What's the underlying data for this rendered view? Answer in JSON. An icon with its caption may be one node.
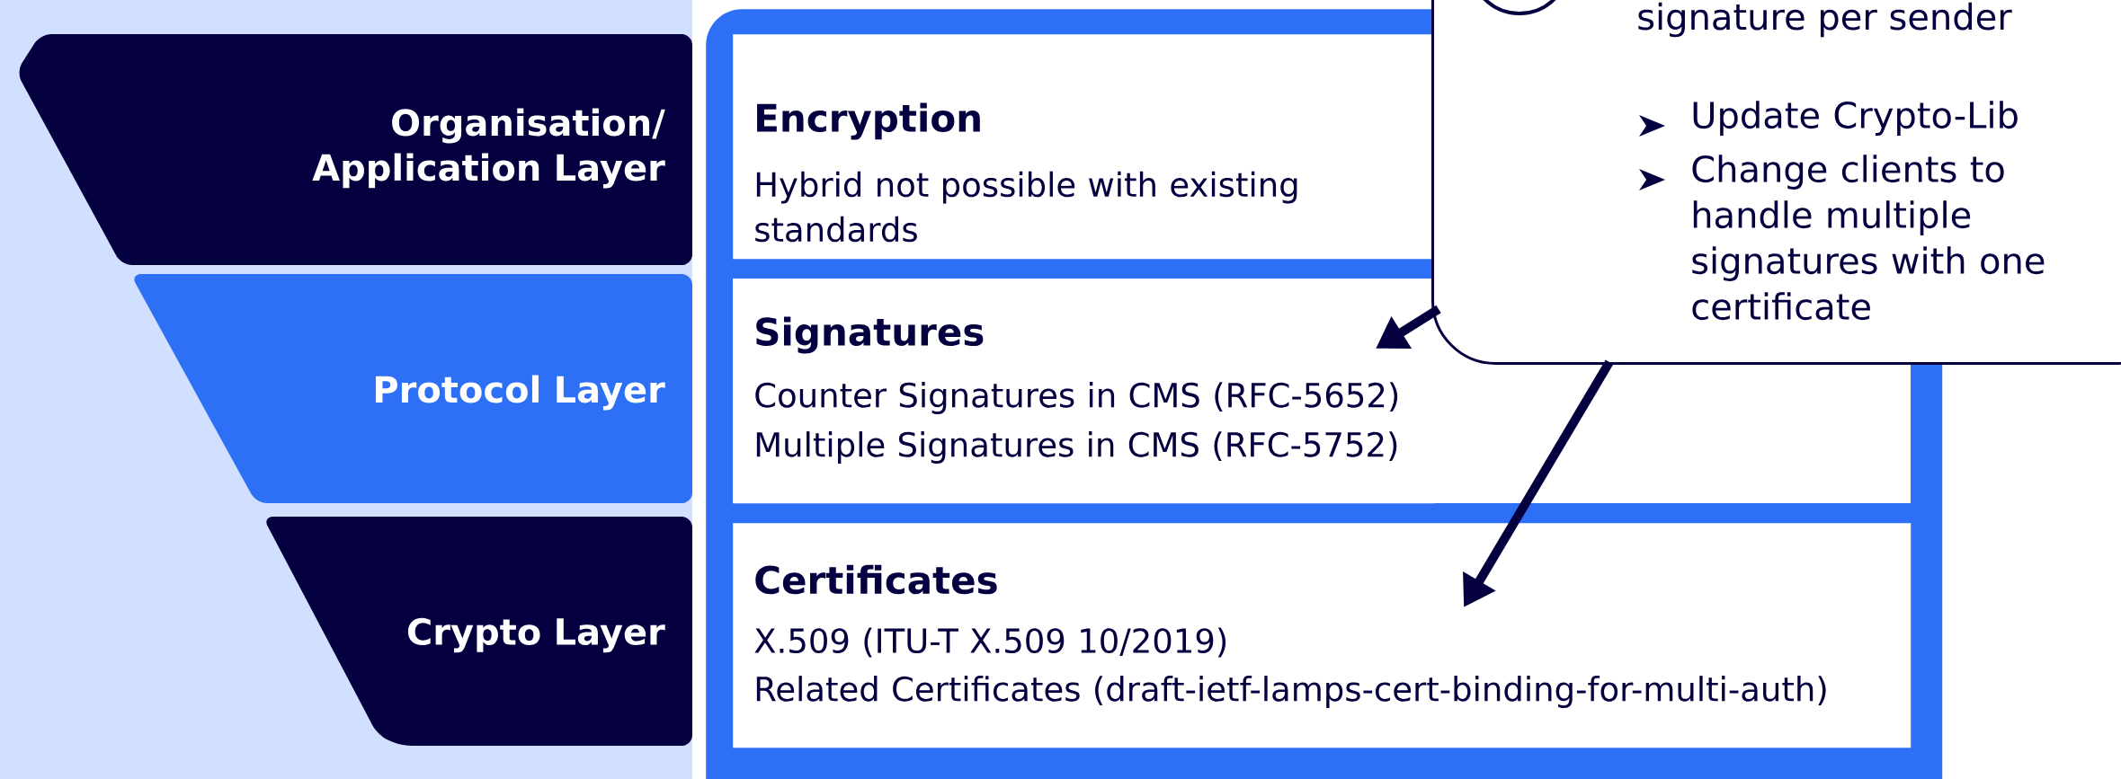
{
  "diagram": {
    "nodes": [
      {
        "text": [
          "Organisation/ Application Layer"
        ]
      },
      {
        "text": [
          "Protocol Layer"
        ]
      },
      {
        "text": [
          "Crypto Layer"
        ]
      },
      {
        "text": [],
        "shape": "box"
      },
      {
        "text": [
          "Encryption",
          "Hybrid not possible with existing standards"
        ],
        "in": 3
      },
      {
        "text": [
          "Signatures",
          "Counter Signatures in CMS (RFC-5652)",
          "Multiple Signatures in CMS (RFC-5752)"
        ],
        "in": 3
      },
      {
        "text": [
          "Certificates",
          "X.509 (ITU-T X.509 10/2019)",
          "Related Certificates (draft-ietf-lamps-cert-binding-for-multi-auth)"
        ],
        "in": 3
      },
      {
        "text": [
          "signature per sender",
          "Update Crypto-Lib",
          "Change clients to handle multiple signatures with one certificate"
        ]
      }
    ],
    "edges": [
      {
        "from": 7,
        "to": 5,
        "arrow": "to"
      },
      {
        "from": 7,
        "to": 6,
        "arrow": "to"
      }
    ]
  }
}
